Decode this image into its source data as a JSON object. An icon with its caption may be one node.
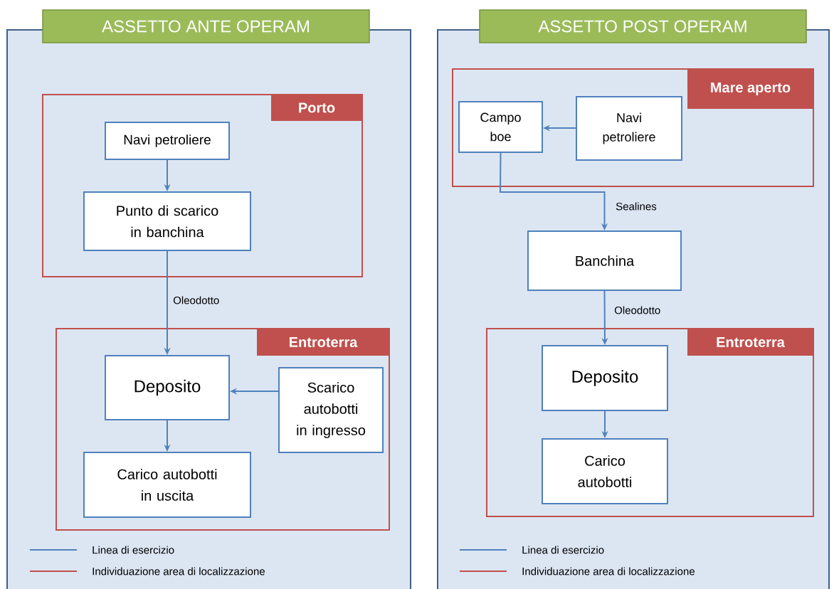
{
  "diagram": {
    "nodes": [
      {
        "text": [
          "ASSETTO ANTE OPERAM"
        ]
      },
      {
        "text": [
          "Porto"
        ],
        "in": 0
      },
      {
        "text": [
          "Navi petroliere"
        ],
        "in": 1
      },
      {
        "text": [
          "Punto di scarico in banchina"
        ],
        "in": 1
      },
      {
        "text": [
          "Entroterra"
        ],
        "in": 0
      },
      {
        "text": [
          "Deposito"
        ],
        "in": 4
      },
      {
        "text": [
          "Scarico autobotti in ingresso"
        ],
        "in": 4
      },
      {
        "text": [
          "Carico autobotti in uscita"
        ],
        "in": 4
      },
      {
        "text": [
          "ASSETTO POST OPERAM"
        ]
      },
      {
        "text": [
          "Mare aperto"
        ],
        "in": 8
      },
      {
        "text": [
          "Campo boe"
        ],
        "in": 9
      },
      {
        "text": [
          "Navi petroliere"
        ],
        "in": 9
      },
      {
        "text": [
          "Banchina"
        ],
        "in": 8
      },
      {
        "text": [
          "Entroterra"
        ],
        "in": 8
      },
      {
        "text": [
          "Deposito"
        ],
        "in": 13
      },
      {
        "text": [
          "Carico autobotti"
        ],
        "in": 13
      }
    ],
    "edges": [
      {
        "from": 2,
        "to": 3,
        "arrow": "to"
      },
      {
        "from": 3,
        "to": 5,
        "arrow": "to",
        "label": "Oleodotto"
      },
      {
        "from": 6,
        "to": 5,
        "arrow": "to"
      },
      {
        "from": 5,
        "to": 7,
        "arrow": "to"
      },
      {
        "from": 11,
        "to": 10,
        "arrow": "to"
      },
      {
        "from": 10,
        "to": 12,
        "arrow": "to",
        "label": "Sealines"
      },
      {
        "from": 12,
        "to": 14,
        "arrow": "to",
        "label": "Oleodotto"
      },
      {
        "from": 14,
        "to": 15,
        "arrow": "to"
      }
    ],
    "legend": [
      {
        "text": "Linea di esercizio"
      },
      {
        "text": "Individuazione area di localizzazione"
      },
      {
        "text": "Linea di esercizio"
      },
      {
        "text": "Individuazione area di localizzazione"
      }
    ]
  }
}
